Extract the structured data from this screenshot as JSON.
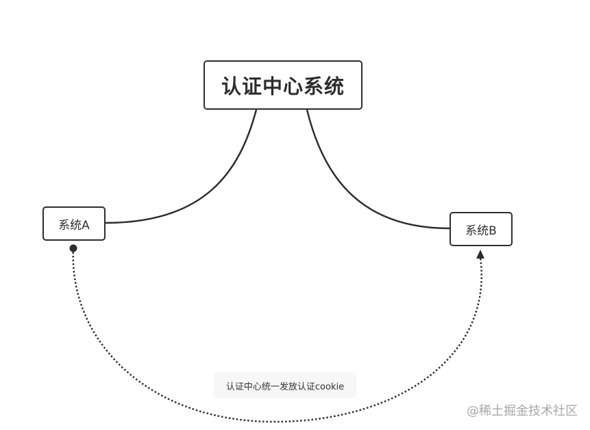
{
  "nodes": {
    "center": {
      "label": "认证中心系统"
    },
    "system_a": {
      "label": "系统A"
    },
    "system_b": {
      "label": "系统B"
    }
  },
  "edges": {
    "cookie_label": "认证中心统一发放认证cookie"
  },
  "watermark": "@稀土掘金技术社区",
  "colors": {
    "stroke": "#2d2d2d",
    "label_background": "#f7f7f7",
    "watermark": "#a7a7a7"
  }
}
